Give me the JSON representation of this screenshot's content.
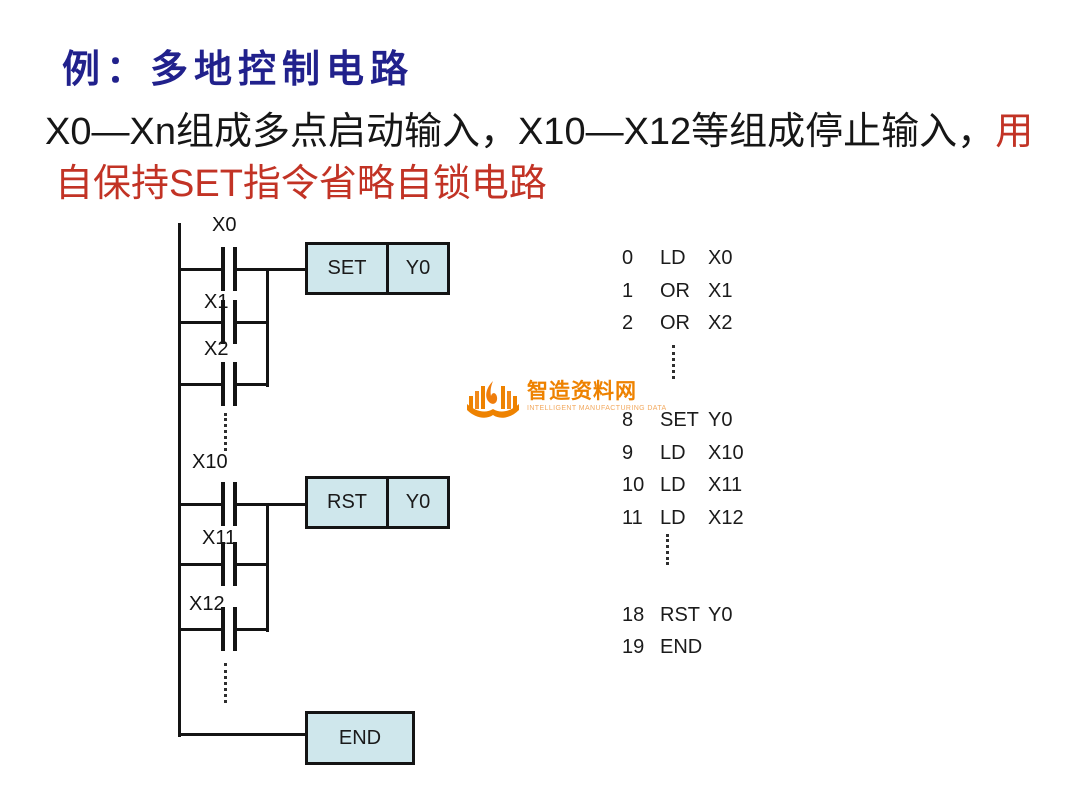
{
  "title": "例：多地控制电路",
  "body": {
    "line1_black": "X0—Xn组成多点启动输入，X10—X12等组成停止输入，",
    "line1_red": "用",
    "line2_red": "自保持SET指令省略自锁电路"
  },
  "ladder": {
    "contacts": [
      {
        "label": "X0"
      },
      {
        "label": "X1"
      },
      {
        "label": "X2"
      },
      {
        "label": "X10"
      },
      {
        "label": "X11"
      },
      {
        "label": "X12"
      }
    ],
    "boxes": [
      {
        "op": "SET",
        "operand": "Y0"
      },
      {
        "op": "RST",
        "operand": "Y0"
      },
      {
        "op": "END",
        "operand": ""
      }
    ]
  },
  "program": {
    "rows": [
      {
        "num": "0",
        "op": "LD",
        "opr": "X0"
      },
      {
        "num": "1",
        "op": "OR",
        "opr": "X1"
      },
      {
        "num": "2",
        "op": "OR",
        "opr": "X2"
      },
      {
        "num": "8",
        "op": "SET",
        "opr": "Y0"
      },
      {
        "num": "9",
        "op": "LD",
        "opr": "X10"
      },
      {
        "num": "10",
        "op": "LD",
        "opr": "X11"
      },
      {
        "num": "11",
        "op": "LD",
        "opr": "X12"
      },
      {
        "num": "18",
        "op": "RST",
        "opr": "Y0"
      },
      {
        "num": "19",
        "op": "END",
        "opr": ""
      }
    ]
  },
  "watermark": {
    "name": "智造资料网",
    "tagline": "INTELLIGENT MANUFACTURING DATA"
  },
  "colors": {
    "title_navy": "#21218c",
    "emphasis_red": "#c23325",
    "box_fill": "#cfe7ec",
    "line_black": "#141414",
    "logo_orange": "#ee8200"
  }
}
